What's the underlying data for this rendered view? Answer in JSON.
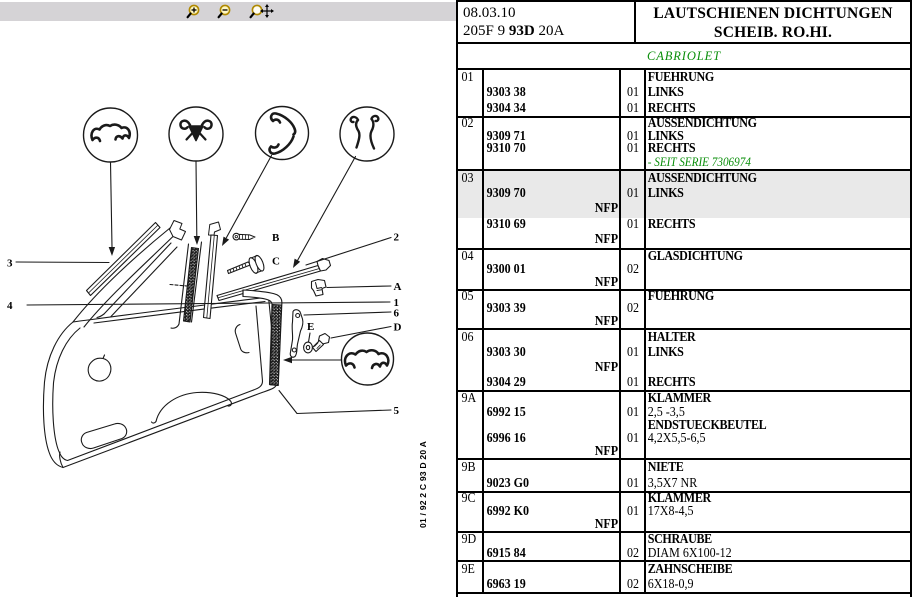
{
  "colors": {
    "green": "#0b8f0b",
    "highlight": "#e9e9e9",
    "toolbar_bg": "#d5d3d6",
    "ink": "#1a1a1a"
  },
  "toolbar": {
    "icons": [
      {
        "name": "zoom-in-icon"
      },
      {
        "name": "zoom-out-icon"
      },
      {
        "name": "zoom-pan-icon"
      }
    ]
  },
  "header": {
    "date": "08.03.10",
    "code_prefix": "205F 9 ",
    "code_bold": "93D",
    "code_suffix": " 20A",
    "title_line1": "LAUTSCHIENEN DICHTUNGEN",
    "title_line2": "SCHEIB. RO.HI."
  },
  "variant": "CABRIOLET",
  "table": {
    "nfp_label": "NFP",
    "rows": [
      {
        "ref": "01",
        "segments": [
          {
            "highlight": false,
            "lines": [
              {
                "desc": "FUEHRUNG",
                "descStyle": "b"
              },
              {
                "part": "9303 38",
                "qty": "01",
                "desc": "LINKS",
                "descStyle": "b"
              },
              {
                "part": "9304 34",
                "qty": "01",
                "desc": "RECHTS",
                "descStyle": "b"
              }
            ]
          }
        ]
      },
      {
        "ref": "02",
        "segments": [
          {
            "highlight": false,
            "lines": [
              {
                "desc": "AUSSENDICHTUNG",
                "descStyle": "b"
              },
              {
                "part": "9309 71",
                "qty": "01",
                "desc": "LINKS",
                "descStyle": "b"
              },
              {
                "part": "9310 70",
                "qty": "01",
                "desc": "RECHTS",
                "descStyle": "b"
              },
              {
                "desc": "- SEIT SERIE 7306974",
                "descStyle": "note"
              }
            ]
          }
        ]
      },
      {
        "ref": "03",
        "segments": [
          {
            "highlight": true,
            "lines": [
              {
                "desc": "AUSSENDICHTUNG",
                "descStyle": "b"
              },
              {
                "part": "9309 70",
                "qty": "01",
                "desc": "LINKS",
                "descStyle": "b"
              },
              {
                "nfp": true
              }
            ]
          },
          {
            "highlight": false,
            "lines": [
              {
                "part": "9310 69",
                "qty": "01",
                "desc": "RECHTS",
                "descStyle": "b"
              },
              {
                "nfp": true
              }
            ]
          }
        ]
      },
      {
        "ref": "04",
        "segments": [
          {
            "highlight": false,
            "lines": [
              {
                "desc": "GLASDICHTUNG",
                "descStyle": "b"
              },
              {
                "part": "9300 01",
                "qty": "02"
              },
              {
                "nfp": true
              }
            ]
          }
        ]
      },
      {
        "ref": "05",
        "segments": [
          {
            "highlight": false,
            "lines": [
              {
                "desc": "FUEHRUNG",
                "descStyle": "b"
              },
              {
                "part": "9303 39",
                "qty": "02"
              },
              {
                "nfp": true
              }
            ]
          }
        ]
      },
      {
        "ref": "06",
        "segments": [
          {
            "highlight": false,
            "lines": [
              {
                "desc": "HALTER",
                "descStyle": "b"
              },
              {
                "part": "9303 30",
                "qty": "01",
                "desc": "LINKS",
                "descStyle": "b"
              },
              {
                "nfp": true
              },
              {
                "part": "9304 29",
                "qty": "01",
                "desc": "RECHTS",
                "descStyle": "b"
              }
            ]
          }
        ]
      },
      {
        "ref": "9A",
        "segments": [
          {
            "highlight": false,
            "lines": [
              {
                "desc": "KLAMMER",
                "descStyle": "b"
              },
              {
                "part": "6992 15",
                "qty": "01",
                "desc": "2,5 -3,5",
                "descStyle": "p"
              },
              {
                "desc": "ENDSTUECKBEUTEL",
                "descStyle": "b"
              },
              {
                "part": "6996 16",
                "qty": "01",
                "desc": "4,2X5,5-6,5",
                "descStyle": "p"
              },
              {
                "nfp": true
              }
            ]
          }
        ]
      },
      {
        "ref": "9B",
        "segments": [
          {
            "highlight": false,
            "lines": [
              {
                "desc": "NIETE",
                "descStyle": "b"
              },
              {
                "part": "9023 G0",
                "qty": "01",
                "desc": "3,5X7 NR",
                "descStyle": "p"
              }
            ]
          }
        ]
      },
      {
        "ref": "9C",
        "segments": [
          {
            "highlight": false,
            "lines": [
              {
                "desc": "KLAMMER",
                "descStyle": "b"
              },
              {
                "part": "6992 K0",
                "qty": "01",
                "desc": "17X8-4,5",
                "descStyle": "p"
              },
              {
                "nfp": true
              }
            ]
          }
        ]
      },
      {
        "ref": "9D",
        "segments": [
          {
            "highlight": false,
            "lines": [
              {
                "desc": "SCHRAUBE",
                "descStyle": "b"
              },
              {
                "part": "6915 84",
                "qty": "02",
                "desc": "DIAM 6X100-12",
                "descStyle": "p"
              }
            ]
          }
        ]
      },
      {
        "ref": "9E",
        "segments": [
          {
            "highlight": false,
            "lines": [
              {
                "desc": "ZAHNSCHEIBE",
                "descStyle": "b"
              },
              {
                "part": "6963 19",
                "qty": "02",
                "desc": "6X18-0,9",
                "descStyle": "p"
              }
            ]
          }
        ]
      }
    ]
  },
  "diagram": {
    "plate_code": "01 / 92    2 C 93 D 20 A",
    "callout_labels": [
      "3",
      "4",
      "B",
      "C",
      "2",
      "A",
      "1",
      "6",
      "D",
      "E",
      "5"
    ]
  }
}
